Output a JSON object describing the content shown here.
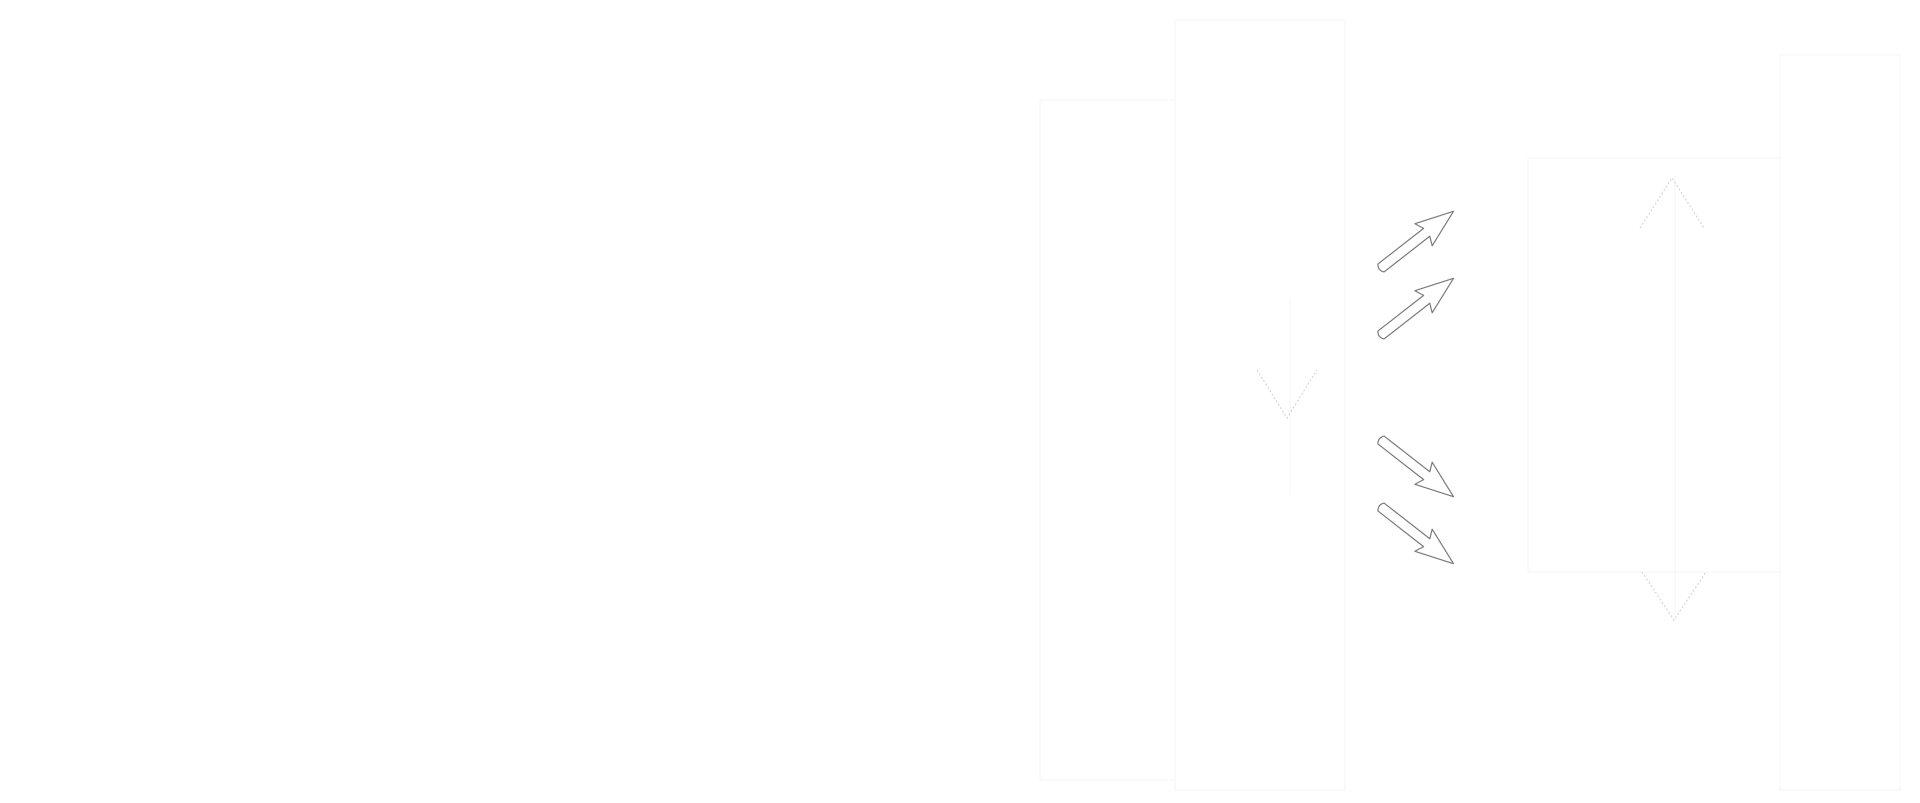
{
  "diagram": {
    "background_color": "#ffffff",
    "arrow_stroke_color": "#7a7a7a",
    "faint_line_color": "#f4f4f4",
    "chevron_color": "#cfcfcf",
    "outline_arrows": [
      {
        "name": "arrow-up-right-1",
        "direction": "up-right"
      },
      {
        "name": "arrow-up-right-2",
        "direction": "up-right"
      },
      {
        "name": "arrow-down-right-1",
        "direction": "down-right"
      },
      {
        "name": "arrow-down-right-2",
        "direction": "down-right"
      }
    ],
    "chevrons": [
      {
        "name": "chevron-down-left-column",
        "direction": "down"
      },
      {
        "name": "chevron-up-right-column",
        "direction": "up"
      },
      {
        "name": "chevron-down-right-column",
        "direction": "down"
      }
    ]
  }
}
